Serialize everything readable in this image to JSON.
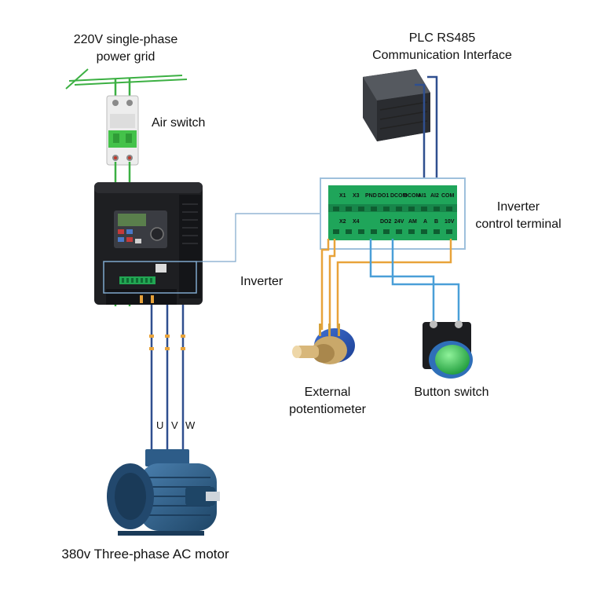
{
  "labels": {
    "grid_line1": "220V single-phase",
    "grid_line2": "power grid",
    "air_switch": "Air switch",
    "plc_line1": "PLC RS485",
    "plc_line2": "Communication Interface",
    "terminal_line1": "Inverter",
    "terminal_line2": "control terminal",
    "inverter": "Inverter",
    "pot_line1": "External",
    "pot_line2": "potentiometer",
    "button": "Button switch",
    "motor": "380v Three-phase AC motor"
  },
  "phases": {
    "u": "U",
    "v": "V",
    "w": "W"
  },
  "terminals": {
    "top": [
      "X1",
      "X3",
      "PND",
      "DO1",
      "DCOM",
      "DCOM",
      "AI1",
      "AI2",
      "COM"
    ],
    "bottom": [
      "X2",
      "X4",
      "",
      "DO2",
      "24V",
      "AM",
      "A",
      "B",
      "10V"
    ]
  },
  "colors": {
    "wire_green": "#3cb043",
    "wire_orange": "#e8a33a",
    "wire_blue": "#4a9fd8",
    "wire_navy": "#2f4f8f",
    "motor_blue": "#2d5c88",
    "inverter_body": "#1e1f22",
    "terminal_green": "#1fa55a",
    "button_green": "#2fbf4f"
  }
}
